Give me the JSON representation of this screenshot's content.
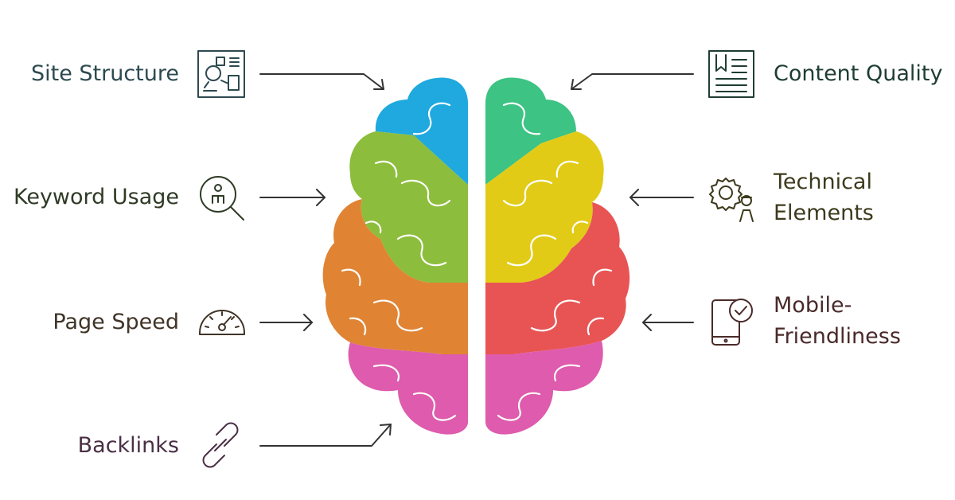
{
  "left_items": [
    {
      "label": "Site Structure",
      "icon": "site-structure-icon",
      "color": "#2d4a50"
    },
    {
      "label": "Keyword Usage",
      "icon": "keyword-search-icon",
      "color": "#2f3b26"
    },
    {
      "label": "Page Speed",
      "icon": "speedometer-icon",
      "color": "#3f3427"
    },
    {
      "label": "Backlinks",
      "icon": "chain-link-icon",
      "color": "#4a2f45"
    }
  ],
  "right_items": [
    {
      "lines": [
        "Content Quality"
      ],
      "icon": "document-icon",
      "color": "#1e3d33"
    },
    {
      "lines": [
        "Technical",
        "Elements"
      ],
      "icon": "gear-worker-icon",
      "color": "#3d3a1c"
    },
    {
      "lines": [
        "Mobile-",
        "Friendliness"
      ],
      "icon": "mobile-check-icon",
      "color": "#4a2a2a"
    }
  ],
  "brain_colors": {
    "blue": "#1fa9de",
    "green_light": "#8cbd3c",
    "orange": "#e08434",
    "pink": "#de5bad",
    "teal": "#3dc383",
    "yellow": "#e2cb17",
    "red": "#e85454"
  }
}
